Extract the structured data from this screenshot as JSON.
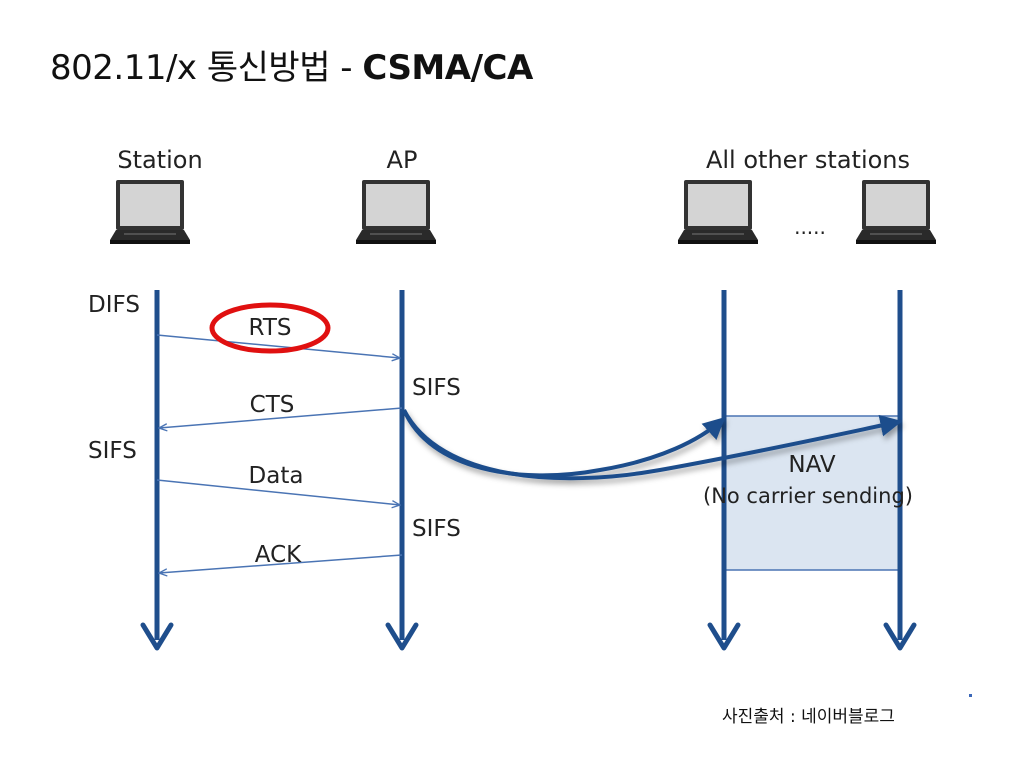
{
  "slide": {
    "title_regular": "802.11/x 통신방법 - ",
    "title_bold": "CSMA/CA",
    "caption": "사진출처 : 네이버블로그"
  },
  "diagram": {
    "stations": {
      "station_label": "Station",
      "ap_label": "AP",
      "others_label": "All other stations",
      "ellipsis": "....."
    },
    "labels": {
      "difs": "DIFS",
      "rts": "RTS",
      "sifs_1": "SIFS",
      "cts": "CTS",
      "sifs_2": "SIFS",
      "data": "Data",
      "sifs_3": "SIFS",
      "ack": "ACK",
      "nav": "NAV",
      "nav_sub": "(No carrier sending)"
    },
    "colors": {
      "lifeline": "#1f4e8c",
      "message_arrow": "#4a74b4",
      "nav_fill": "#dbe5f1",
      "highlight": "#e01010"
    }
  }
}
